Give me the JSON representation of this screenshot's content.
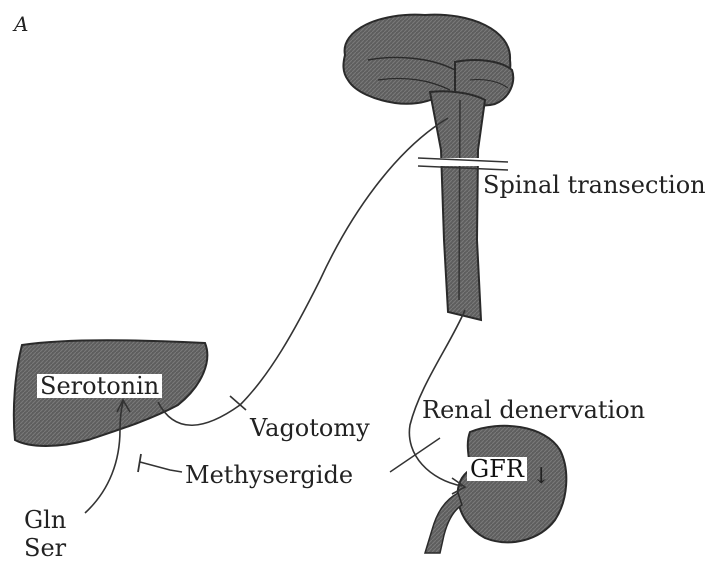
{
  "panel_label": "A",
  "labels": {
    "spinal_transection": "Spinal transection",
    "serotonin": "Serotonin",
    "vagotomy": "Vagotomy",
    "renal_denervation": "Renal denervation",
    "gfr": "GFR",
    "gfr_arrow": "↓",
    "methysergide": "Methysergide",
    "gln": "Gln",
    "ser": "Ser"
  },
  "colors": {
    "organ_fill": "#5a5a5a",
    "organ_stroke": "#2a2a2a",
    "line": "#333333",
    "text": "#222222"
  },
  "icons": {
    "brain": "brain-icon",
    "spinal_cord": "spinal-cord-icon",
    "liver": "liver-icon",
    "kidney": "kidney-icon"
  }
}
